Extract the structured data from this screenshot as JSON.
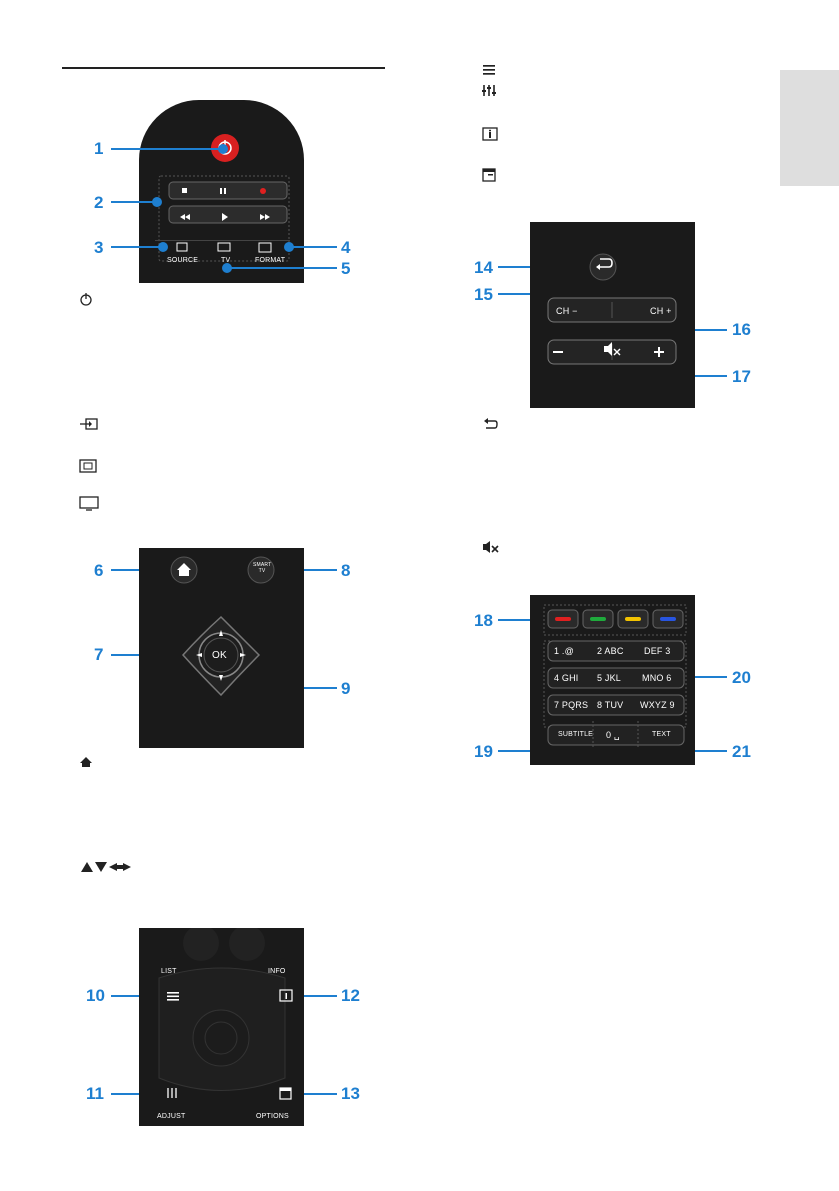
{
  "figure1": {
    "labels": {
      "source": "SOURCE",
      "tv": "TV",
      "format": "FORMAT"
    },
    "callouts": [
      "1",
      "2",
      "3",
      "4",
      "5"
    ]
  },
  "figure2": {
    "labels": {
      "smart_tv": "SMART TV",
      "ok": "OK"
    },
    "callouts": [
      "6",
      "7",
      "8",
      "9"
    ]
  },
  "figure3": {
    "labels": {
      "list": "LIST",
      "info": "INFO",
      "adjust": "ADJUST",
      "options": "OPTIONS"
    },
    "callouts": [
      "10",
      "11",
      "12",
      "13"
    ]
  },
  "figure4": {
    "labels": {
      "ch_minus": "CH −",
      "ch_plus": "CH +"
    },
    "callouts": [
      "14",
      "15",
      "16",
      "17"
    ]
  },
  "figure5": {
    "keys": [
      "1 .@",
      "2 ABC",
      "DEF 3",
      "4 GHI",
      "5 JKL",
      "MNO 6",
      "7 PQRS",
      "8 TUV",
      "WXYZ 9",
      "0 ␣"
    ],
    "labels": {
      "subtitle": "SUBTITLE",
      "text": "TEXT"
    },
    "callouts": [
      "18",
      "19",
      "20",
      "21"
    ]
  },
  "colors": {
    "accent": "#1e7fd0",
    "remote": "#1a1a1a",
    "red": "#e02020",
    "green": "#1faa3c",
    "yellow": "#f2c200",
    "blue": "#2855e0",
    "tab": "#dedede"
  }
}
